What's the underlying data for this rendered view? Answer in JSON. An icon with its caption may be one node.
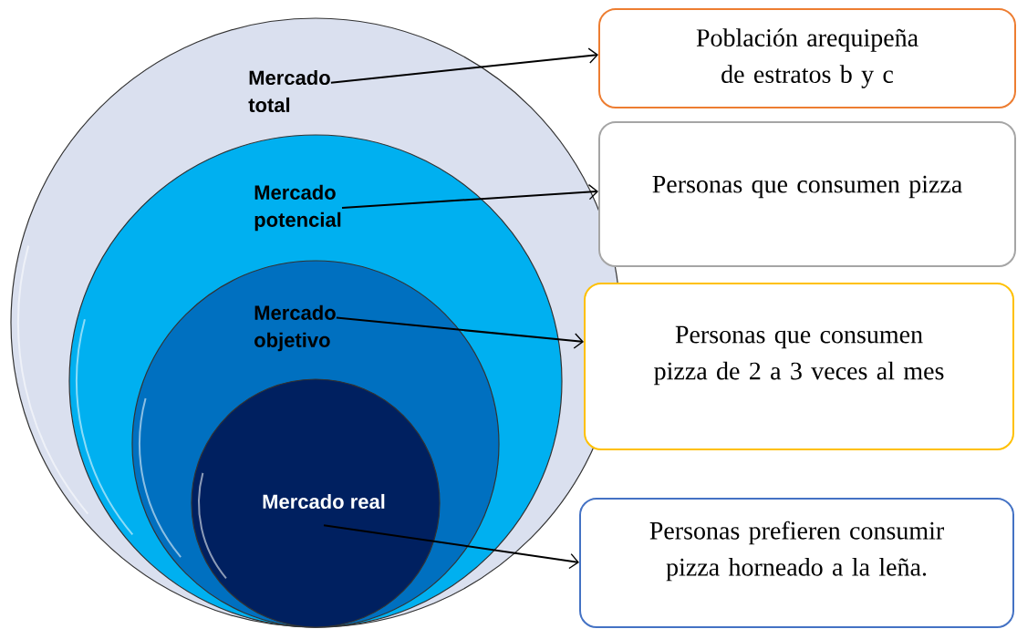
{
  "diagram": {
    "nodes": [
      {
        "text": [
          "Mercado total"
        ]
      },
      {
        "text": [
          "Mercado potencial"
        ],
        "in": 0
      },
      {
        "text": [
          "Mercado objetivo"
        ],
        "in": 1
      },
      {
        "text": [
          "Mercado real"
        ],
        "in": 2
      },
      {
        "text": [
          "Población arequipeña de estratos b y c"
        ]
      },
      {
        "text": [
          "Personas que consumen pizza"
        ]
      },
      {
        "text": [
          "Personas que consumen pizza de 2 a 3 veces al mes"
        ]
      },
      {
        "text": [
          "Personas prefieren consumir pizza horneado a la leña."
        ]
      }
    ],
    "edges": [
      {
        "from": 0,
        "to": 4,
        "arrow": "to"
      },
      {
        "from": 1,
        "to": 5,
        "arrow": "to"
      },
      {
        "from": 2,
        "to": 6,
        "arrow": "to"
      },
      {
        "from": 3,
        "to": 7,
        "arrow": "to"
      }
    ]
  }
}
